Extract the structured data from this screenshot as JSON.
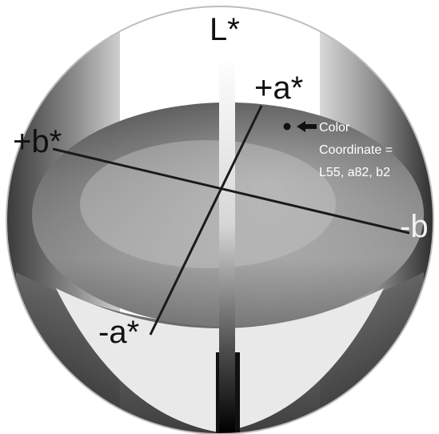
{
  "axes": {
    "lightness_label": "L*",
    "plus_a_label": "+a*",
    "minus_a_label": "-a*",
    "plus_b_label": "+b*",
    "minus_b_label": "-b"
  },
  "callout": {
    "line1": "Color",
    "line2": "Coordinate =",
    "line3": "L55, a82, b2"
  }
}
